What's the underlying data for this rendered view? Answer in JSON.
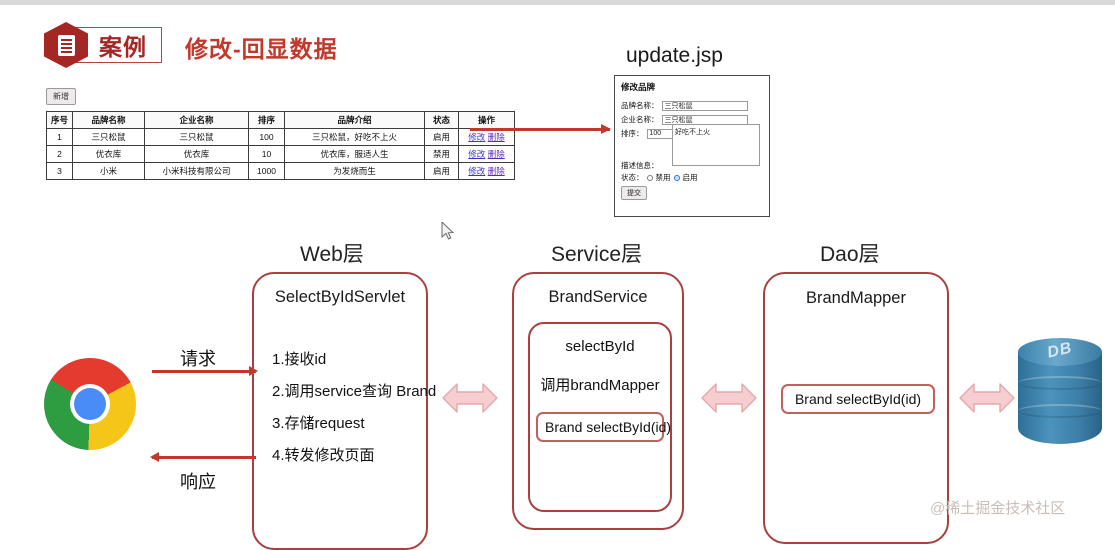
{
  "header": {
    "badge_label": "案例",
    "badge_icon": "document-hexagon-icon",
    "subtitle": "修改-回显数据"
  },
  "brand_table": {
    "add_button": "新增",
    "columns": [
      "序号",
      "品牌名称",
      "企业名称",
      "排序",
      "品牌介绍",
      "状态",
      "操作"
    ],
    "rows": [
      {
        "idx": "1",
        "brand": "三只松鼠",
        "company": "三只松鼠",
        "order": "100",
        "desc": "三只松鼠，好吃不上火",
        "status": "启用",
        "edit": "修改",
        "delete": "删除"
      },
      {
        "idx": "2",
        "brand": "优衣库",
        "company": "优衣库",
        "order": "10",
        "desc": "优衣库，服适人生",
        "status": "禁用",
        "edit": "修改",
        "delete": "删除"
      },
      {
        "idx": "3",
        "brand": "小米",
        "company": "小米科技有限公司",
        "order": "1000",
        "desc": "为发烧而生",
        "status": "启用",
        "edit": "修改",
        "delete": "删除"
      }
    ]
  },
  "jsp_form": {
    "page_title": "update.jsp",
    "heading": "修改品牌",
    "fields": [
      {
        "label": "品牌名称：",
        "value": "三只松鼠"
      },
      {
        "label": "企业名称：",
        "value": "三只松鼠"
      },
      {
        "label": "排序：",
        "value": "100"
      }
    ],
    "desc_label": "描述信息：",
    "desc_value": "好吃不上火",
    "state_label": "状态：",
    "radio_disabled": "禁用",
    "radio_enabled": "启用",
    "radio_selected": "启用",
    "submit_label": "提交"
  },
  "flow": {
    "request_label": "请求",
    "response_label": "响应",
    "browser_icon": "chrome-logo-icon",
    "database_label": "DB"
  },
  "layers": {
    "web": {
      "title": "Web层",
      "class_name": "SelectByIdServlet",
      "steps": [
        "1.接收id",
        "2.调用service查询 Brand",
        "3.存储request",
        "4.转发修改页面"
      ]
    },
    "service": {
      "title": "Service层",
      "class_name": "BrandService",
      "method_name": "selectById",
      "call_text": "调用brandMapper",
      "signature": "Brand selectById(id)"
    },
    "dao": {
      "title": "Dao层",
      "class_name": "BrandMapper",
      "signature": "Brand selectById(id)"
    }
  },
  "watermark": "@稀土掘金技术社区",
  "colors": {
    "brand_red": "#a42724",
    "title_red": "#c0392b",
    "box_border": "#a9403f",
    "arrow_pink": "#f2c3c6",
    "db_blue": "#3d7fa8",
    "link_blue": "#3b35c9"
  }
}
